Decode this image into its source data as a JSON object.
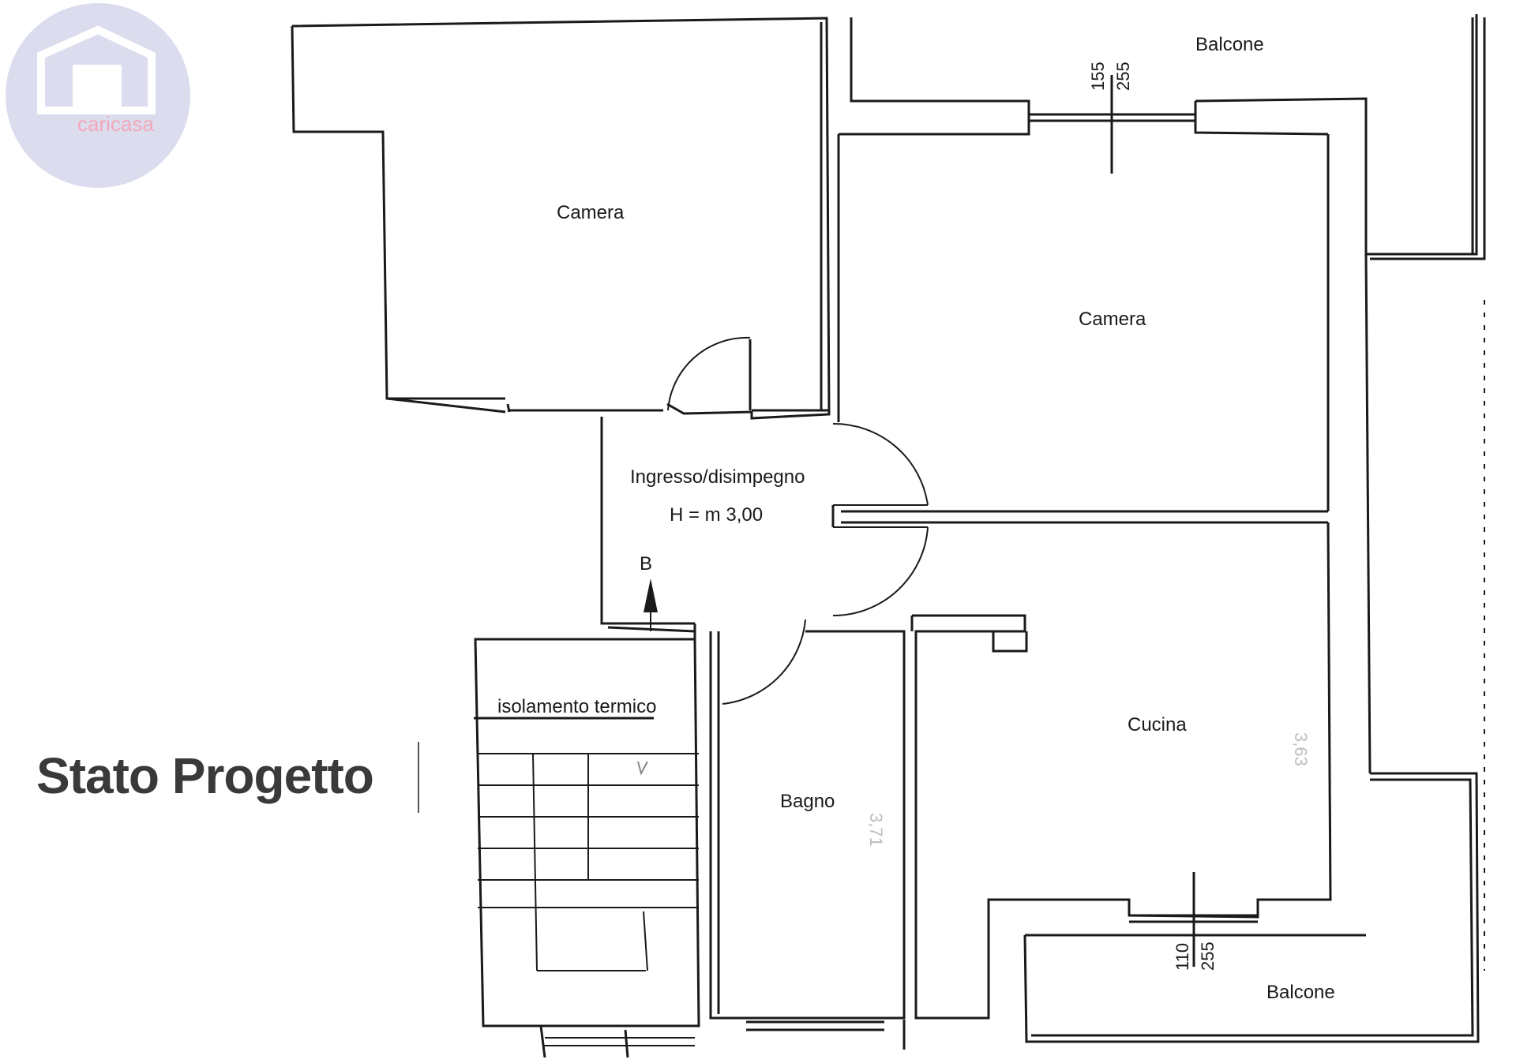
{
  "logo": {
    "text_prefix": "cari",
    "text_suffix": "casa",
    "circle_color": "#dcdcef",
    "house_color": "#ffffff",
    "text_color": "#f2a8b8"
  },
  "title": "Stato Progetto",
  "rooms": {
    "camera_left": "Camera",
    "camera_right": "Camera",
    "ingresso": "Ingresso/disimpegno",
    "ingresso_height": "H = m 3,00",
    "cucina": "Cucina",
    "bagno": "Bagno",
    "balcone_top": "Balcone",
    "balcone_bottom": "Balcone"
  },
  "labels": {
    "isolamento": "isolamento termico",
    "section_marker": "B"
  },
  "dimensions": {
    "top_window_a": "155",
    "top_window_b": "255",
    "bottom_window_a": "110",
    "bottom_window_b": "255",
    "cucina_height": "3,63",
    "bagno_height": "3,71"
  }
}
